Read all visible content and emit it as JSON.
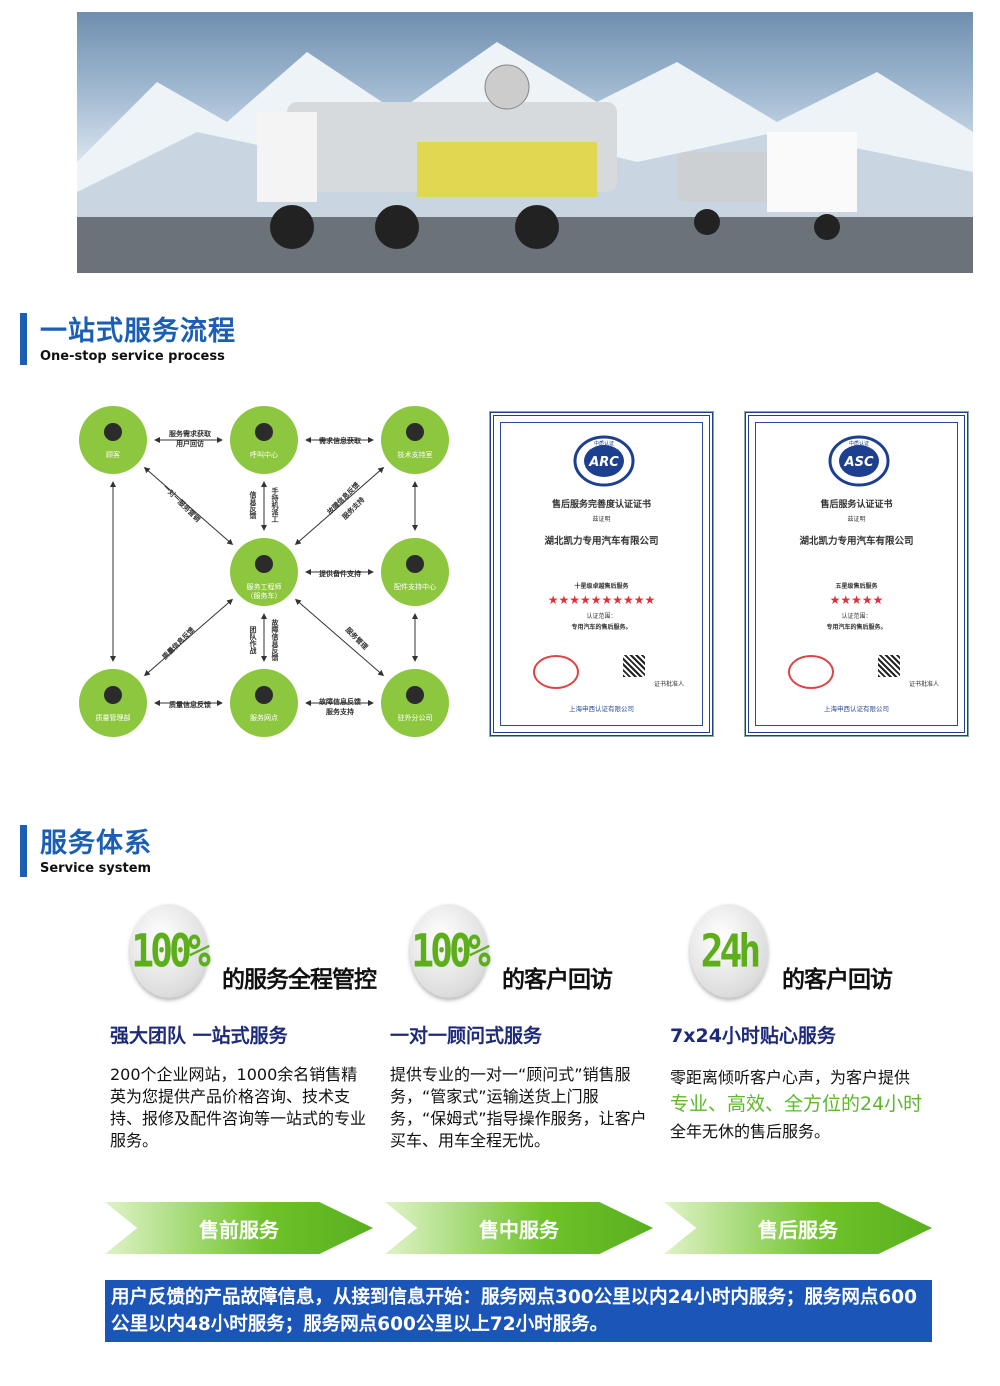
{
  "section1": {
    "title": "一站式服务流程",
    "subtitle": "One-stop service process"
  },
  "flow": {
    "nodes": [
      "顾客",
      "呼叫中心",
      "技术支持室",
      "服务工程师",
      "（服务车）",
      "配件支持中心",
      "质量管理部",
      "服务网点",
      "驻外分公司"
    ],
    "edges": [
      "服务需求获取",
      "用户回访",
      "需求信息获取",
      "一对一服务营销",
      "信息反馈",
      "手持机派工",
      "故障信息反馈",
      "服务支持",
      "提供备件支持",
      "质量信息反馈",
      "团队作战",
      "故障信息反馈",
      "服务管理",
      "质量信息反馈",
      "故障信息反馈",
      "服务支持"
    ]
  },
  "certs": [
    {
      "logo": "ARC",
      "header": "中质认证",
      "title": "售后服务完善度认证证书",
      "prove": "兹证明",
      "company": "湖北凯力专用汽车有限公司",
      "level": "十星级卓越售后服务",
      "stars": "★★★★★★★★★★",
      "scope_label": "认证范围：",
      "scope": "专用汽车的售后服务。",
      "issuer": "上海申西认证有限公司",
      "signer": "证书批准人"
    },
    {
      "logo": "ASC",
      "header": "中质认证",
      "title": "售后服务认证证书",
      "prove": "兹证明",
      "company": "湖北凯力专用汽车有限公司",
      "level": "五星级售后服务",
      "stars": "★★★★★",
      "scope_label": "认证范围：",
      "scope": "专用汽车的售后服务。",
      "issuer": "上海申西认证有限公司",
      "signer": "证书批准人"
    }
  ],
  "section2": {
    "title": "服务体系",
    "subtitle": "Service system"
  },
  "columns": [
    {
      "badge": "100%",
      "badge_text": "的服务全程管控",
      "heading": "强大团队  一站式服务",
      "body": "200个企业网站，1000余名销售精英为您提供产品价格咨询、技术支持、报修及配件咨询等一站式的专业服务。"
    },
    {
      "badge": "100%",
      "badge_text": "的客户回访",
      "heading": "一对一顾问式服务",
      "body": "提供专业的一对一“顾问式”销售服务，“管家式”运输送货上门服务，“保姆式”指导操作服务，让客户买车、用车全程无忧。"
    },
    {
      "badge": "24h",
      "badge_text": "的客户回访",
      "heading": "7x24小时贴心服务",
      "body_pre": "零距离倾听客户心声，为客户提供",
      "body_hl": "专业、高效、全方位的24小时",
      "body_post": "全年无休的售后服务。"
    }
  ],
  "stages": [
    "售前服务",
    "售中服务",
    "售后服务"
  ],
  "footer": "用户反馈的产品故障信息，从接到信息开始：服务网点300公里以内24小时内服务；服务网点600公里以内48小时服务；服务网点600公里以上72小时服务。",
  "colors": {
    "brand_blue": "#1a5fb4",
    "green": "#8dc63f"
  }
}
